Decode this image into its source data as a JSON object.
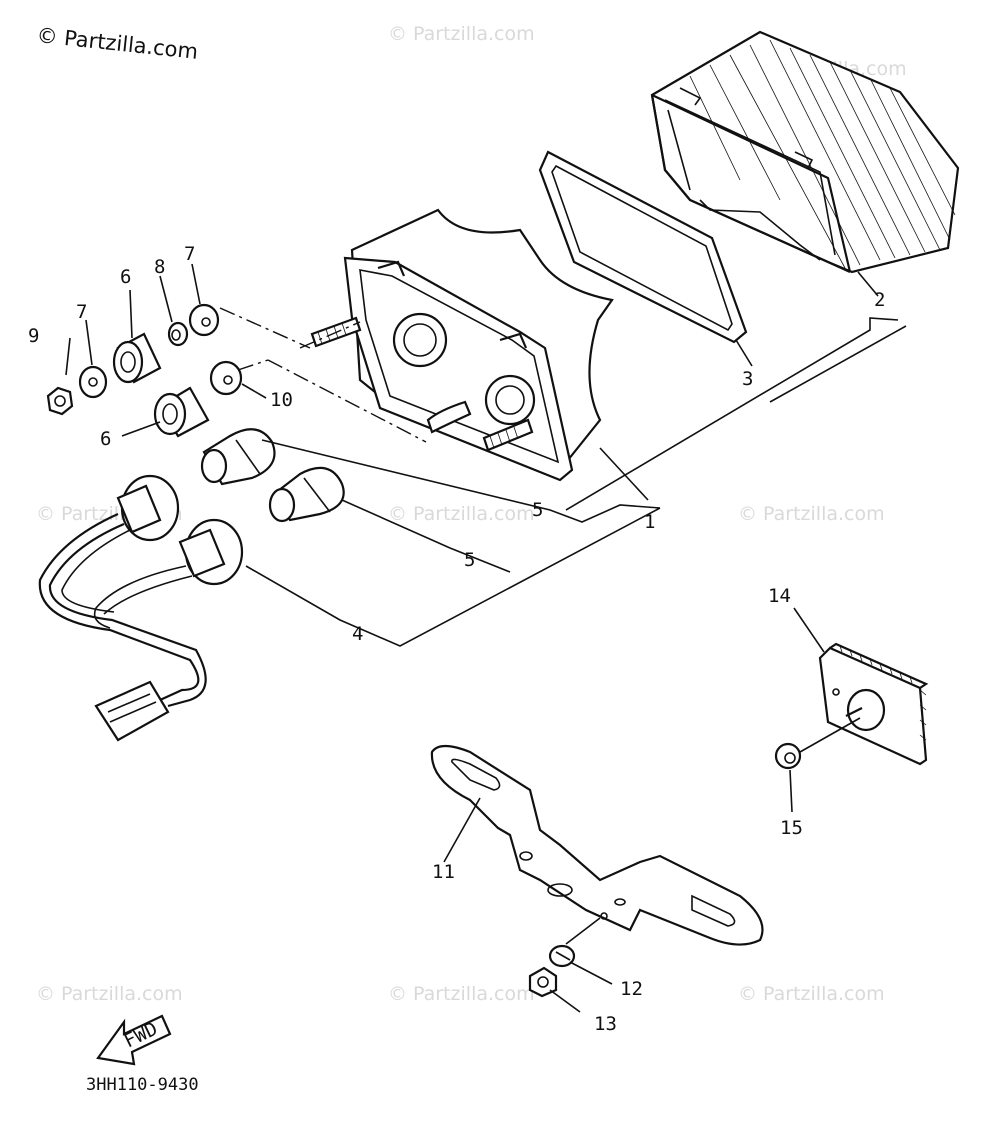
{
  "copyright": "© Partzilla.com",
  "watermark": "© Partzilla.com",
  "diagram_code": "3HH110-9430",
  "fwd_label": "FWD",
  "callouts": {
    "c1": "1",
    "c2": "2",
    "c3": "3",
    "c4": "4",
    "c5a": "5",
    "c5b": "5",
    "c6a": "6",
    "c6b": "6",
    "c7a": "7",
    "c7b": "7",
    "c8": "8",
    "c9": "9",
    "c10": "10",
    "c11": "11",
    "c12": "12",
    "c13": "13",
    "c14": "14",
    "c15": "15"
  }
}
